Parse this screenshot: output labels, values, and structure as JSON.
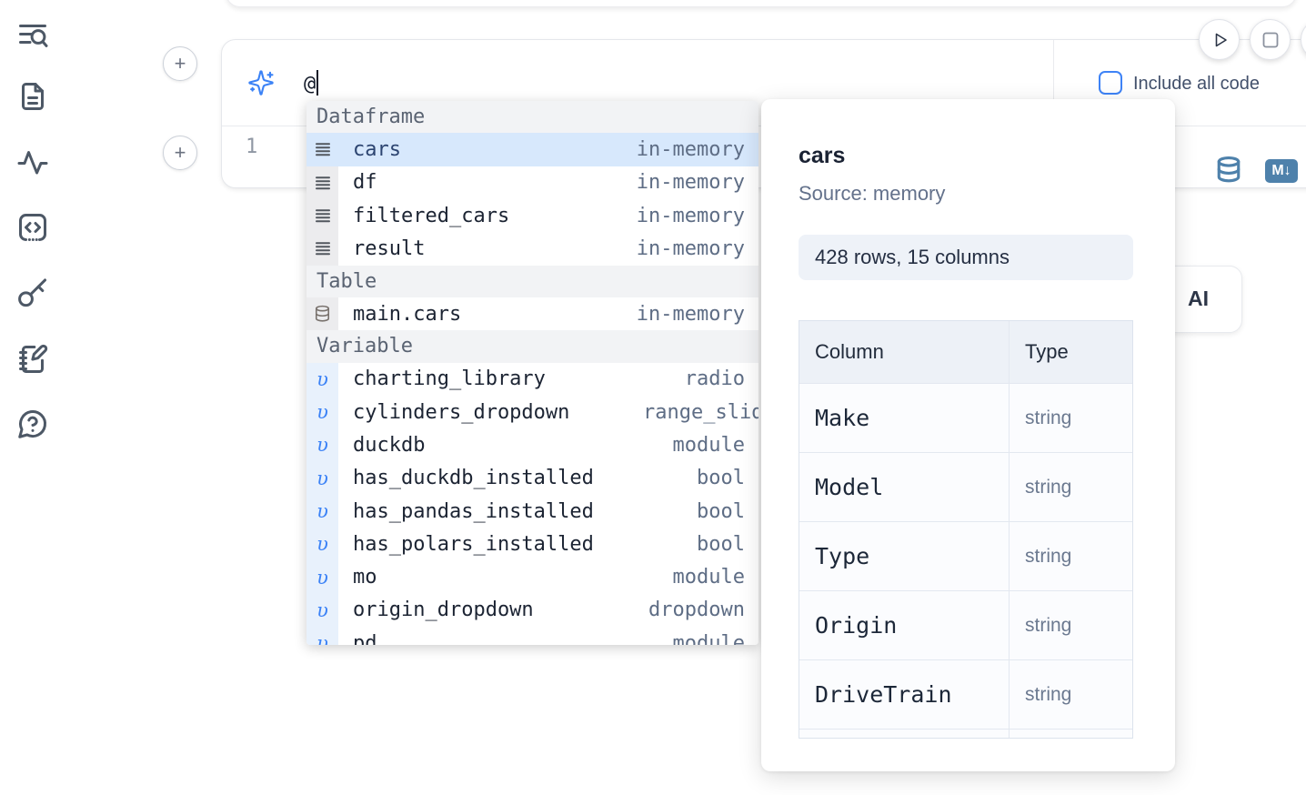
{
  "colors": {
    "accent": "#3b82f6",
    "steel_blue": "#4e81ab",
    "selection": "#d7e8fc"
  },
  "sidebar": {
    "icons": [
      "toc-search",
      "document",
      "activity",
      "code-snippets",
      "key",
      "scratchpad",
      "help"
    ]
  },
  "prompt_bar": {
    "input_value": "@",
    "include_all_code_label": "Include all code",
    "include_all_code_checked": false
  },
  "run_controls": {
    "play": "run-button",
    "stop": "stop-button"
  },
  "cell": {
    "line_number": "1"
  },
  "toolbar": {
    "datasource_icon": "database",
    "markdown_badge": "M↓"
  },
  "ai_card": {
    "label": "AI"
  },
  "autocomplete": {
    "variable_glyph": "υ",
    "sections": [
      {
        "label": "Dataframe",
        "kind": "dataframe",
        "items": [
          {
            "name": "cars",
            "type": "in-memory",
            "selected": true
          },
          {
            "name": "df",
            "type": "in-memory"
          },
          {
            "name": "filtered_cars",
            "type": "in-memory"
          },
          {
            "name": "result",
            "type": "in-memory"
          }
        ]
      },
      {
        "label": "Table",
        "kind": "table",
        "items": [
          {
            "name": "main.cars",
            "type": "in-memory"
          }
        ]
      },
      {
        "label": "Variable",
        "kind": "variable",
        "items": [
          {
            "name": "charting_library",
            "type": "radio"
          },
          {
            "name": "cylinders_dropdown",
            "type": "range_slider",
            "type_clipped": true
          },
          {
            "name": "duckdb",
            "type": "module"
          },
          {
            "name": "has_duckdb_installed",
            "type": "bool"
          },
          {
            "name": "has_pandas_installed",
            "type": "bool"
          },
          {
            "name": "has_polars_installed",
            "type": "bool"
          },
          {
            "name": "mo",
            "type": "module"
          },
          {
            "name": "origin_dropdown",
            "type": "dropdown"
          },
          {
            "name": "pd",
            "type": "module",
            "partially_visible": true
          }
        ]
      }
    ]
  },
  "preview": {
    "title": "cars",
    "source": "Source: memory",
    "shape": "428 rows, 15 columns",
    "table": {
      "headers": [
        "Column",
        "Type"
      ],
      "rows": [
        [
          "Make",
          "string"
        ],
        [
          "Model",
          "string"
        ],
        [
          "Type",
          "string"
        ],
        [
          "Origin",
          "string"
        ],
        [
          "DriveTrain",
          "string"
        ]
      ],
      "partial_next_row": true
    }
  }
}
